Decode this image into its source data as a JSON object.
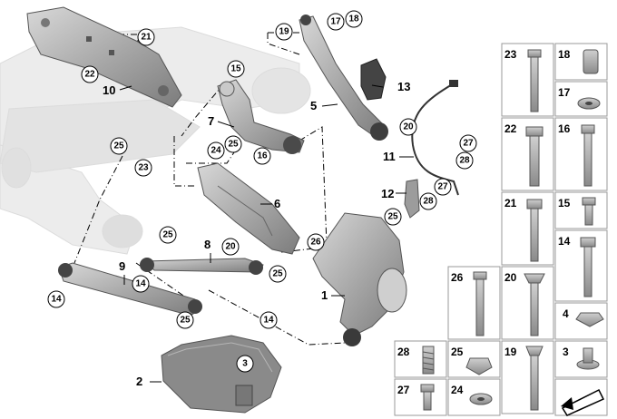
{
  "parts": {
    "p1": "1",
    "p2": "2",
    "p5": "5",
    "p6": "6",
    "p7": "7",
    "p8": "8",
    "p9": "9",
    "p10": "10",
    "p11": "11",
    "p12": "12",
    "p13": "13"
  },
  "callouts": {
    "c3": "3",
    "c14a": "14",
    "c14b": "14",
    "c14c": "14",
    "c15": "15",
    "c16": "16",
    "c17": "17",
    "c18": "18",
    "c19": "19",
    "c20a": "20",
    "c20b": "20",
    "c21": "21",
    "c22": "22",
    "c23": "23",
    "c24": "24",
    "c25a": "25",
    "c25b": "25",
    "c25c": "25",
    "c25d": "25",
    "c25e": "25",
    "c25f": "25",
    "c26": "26",
    "c27a": "27",
    "c27b": "27",
    "c28a": "28",
    "c28b": "28"
  },
  "grid": {
    "g23": "23",
    "g18": "18",
    "g17": "17",
    "g22": "22",
    "g16": "16",
    "g21": "21",
    "g15": "15",
    "g14": "14",
    "g26": "26",
    "g20": "20",
    "g4": "4",
    "g28": "28",
    "g25": "25",
    "g19": "19",
    "g3": "3",
    "g27": "27",
    "g24": "24"
  },
  "colors": {
    "part": "#b9b9b9",
    "frame": "#e6e6e6",
    "dark": "#6e6e6e",
    "red": "#d2001e"
  }
}
